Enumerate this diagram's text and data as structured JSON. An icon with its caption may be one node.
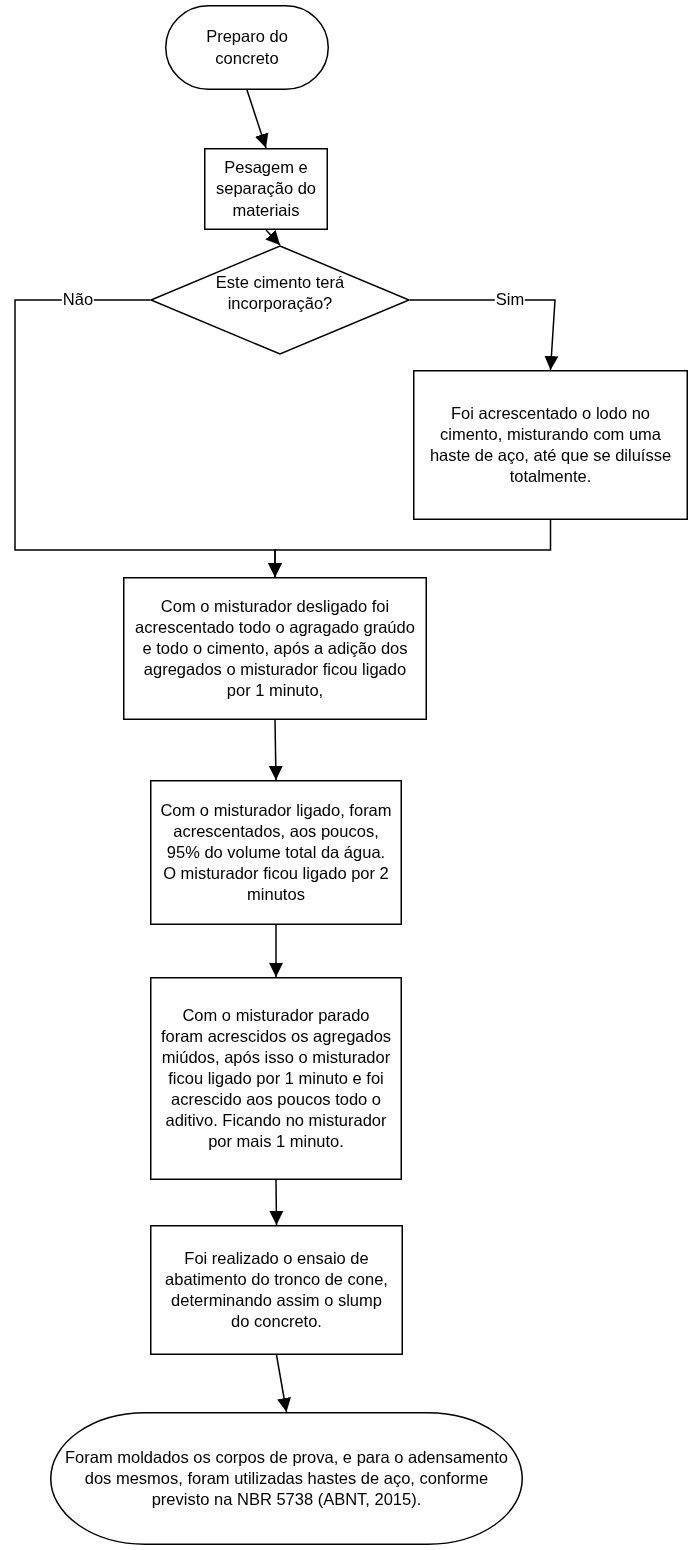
{
  "diagram": {
    "nodes": [
      {
        "text": [
          "Preparo do concreto"
        ]
      },
      {
        "text": [
          "Pesagem e separação do materiais"
        ]
      },
      {
        "text": [
          "Este cimento terá incorporação?"
        ]
      },
      {
        "text": [
          "Foi acrescentado o lodo no cimento, misturando com uma haste de aço, até que se diluísse totalmente."
        ]
      },
      {
        "text": [
          "Com o misturador desligado foi acrescentado todo o agragado graúdo e todo o cimento, após a adição dos agregados o misturador ficou ligado por 1 minuto,"
        ]
      },
      {
        "text": [
          "Com o misturador ligado, foram acrescentados, aos poucos, 95% do volume total da água. O misturador ficou ligado por 2 minutos"
        ]
      },
      {
        "text": [
          "Com o misturador parado foram acrescidos os agregados miúdos, após isso o misturador ficou ligado por 1 minuto e foi acrescido aos poucos todo o aditivo. Ficando no misturador por mais 1 minuto."
        ]
      },
      {
        "text": [
          "Foi realizado o ensaio de abatimento do tronco de cone, determinando assim o slump do concreto."
        ]
      },
      {
        "text": [
          "Foram moldados os corpos de prova, e para o adensamento dos mesmos, foram utilizadas hastes de aço, conforme previsto na NBR 5738 (ABNT, 2015)."
        ]
      }
    ],
    "edges": [
      {
        "from": 0,
        "to": 1,
        "arrow": "to"
      },
      {
        "from": 1,
        "to": 2,
        "arrow": "to"
      },
      {
        "from": 2,
        "to": 3,
        "arrow": "to",
        "label": "Sim"
      },
      {
        "from": 2,
        "to": 4,
        "arrow": "to",
        "label": "Não"
      },
      {
        "from": 3,
        "to": 4,
        "arrow": "to"
      },
      {
        "from": 4,
        "to": 5,
        "arrow": "to"
      },
      {
        "from": 5,
        "to": 6,
        "arrow": "to"
      },
      {
        "from": 6,
        "to": 7,
        "arrow": "to"
      },
      {
        "from": 7,
        "to": 8,
        "arrow": "to"
      }
    ]
  }
}
